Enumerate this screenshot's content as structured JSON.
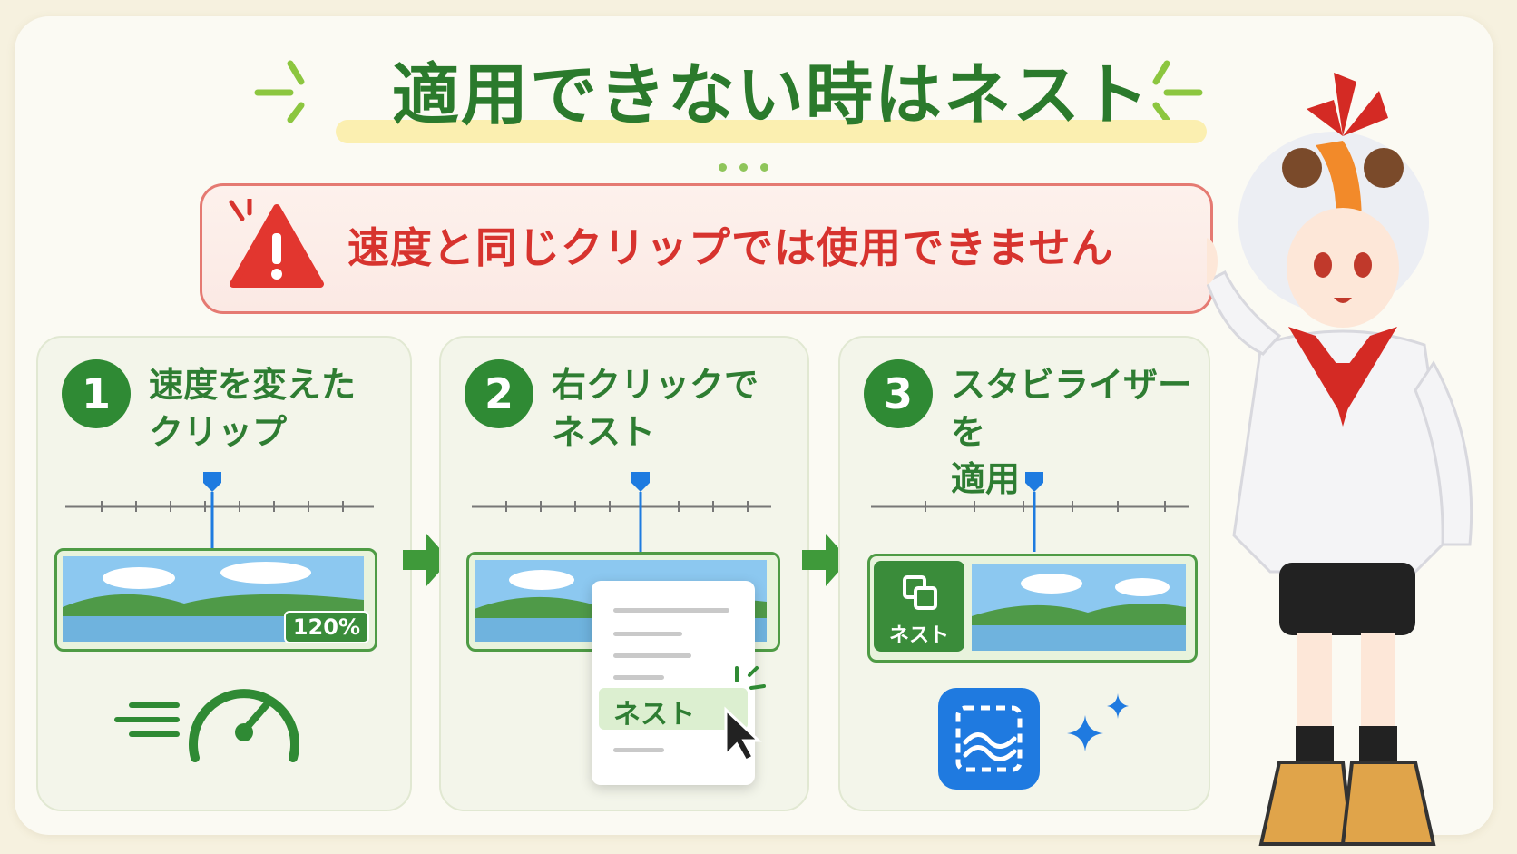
{
  "title": "適用できない時はネスト",
  "warning": {
    "text": "速度と同じクリップでは使用できません",
    "icon": "warning-triangle-icon"
  },
  "steps": [
    {
      "number": "1",
      "label": "速度を変えた\nクリップ",
      "badge": "120%",
      "icon": "speedometer-icon"
    },
    {
      "number": "2",
      "label": "右クリックで\nネスト",
      "menu_item": "ネスト",
      "icon": "cursor-icon"
    },
    {
      "number": "3",
      "label": "スタビライザーを\n適用",
      "tile_label": "ネスト",
      "icon": "stabilizer-icon"
    }
  ],
  "colors": {
    "green": "#2f8a34",
    "red": "#d7332e",
    "blue": "#1f7ae0",
    "highlight": "#fbefb0"
  }
}
